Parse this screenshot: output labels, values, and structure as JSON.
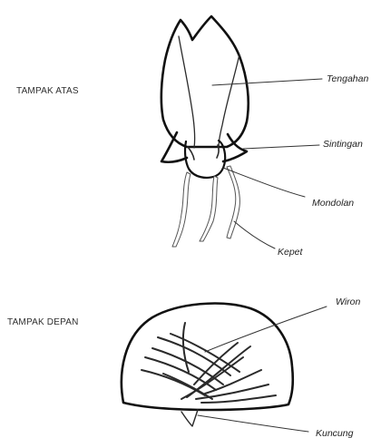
{
  "views": {
    "top": {
      "title": "TAMPAK ATAS"
    },
    "front": {
      "title": "TAMPAK DEPAN"
    }
  },
  "labels": {
    "tengahan": "Tengahan",
    "sintingan": "Sintingan",
    "mondolan": "Mondolan",
    "kepet": "Kepet",
    "wiron": "Wiron",
    "kuncung": "Kuncung"
  }
}
